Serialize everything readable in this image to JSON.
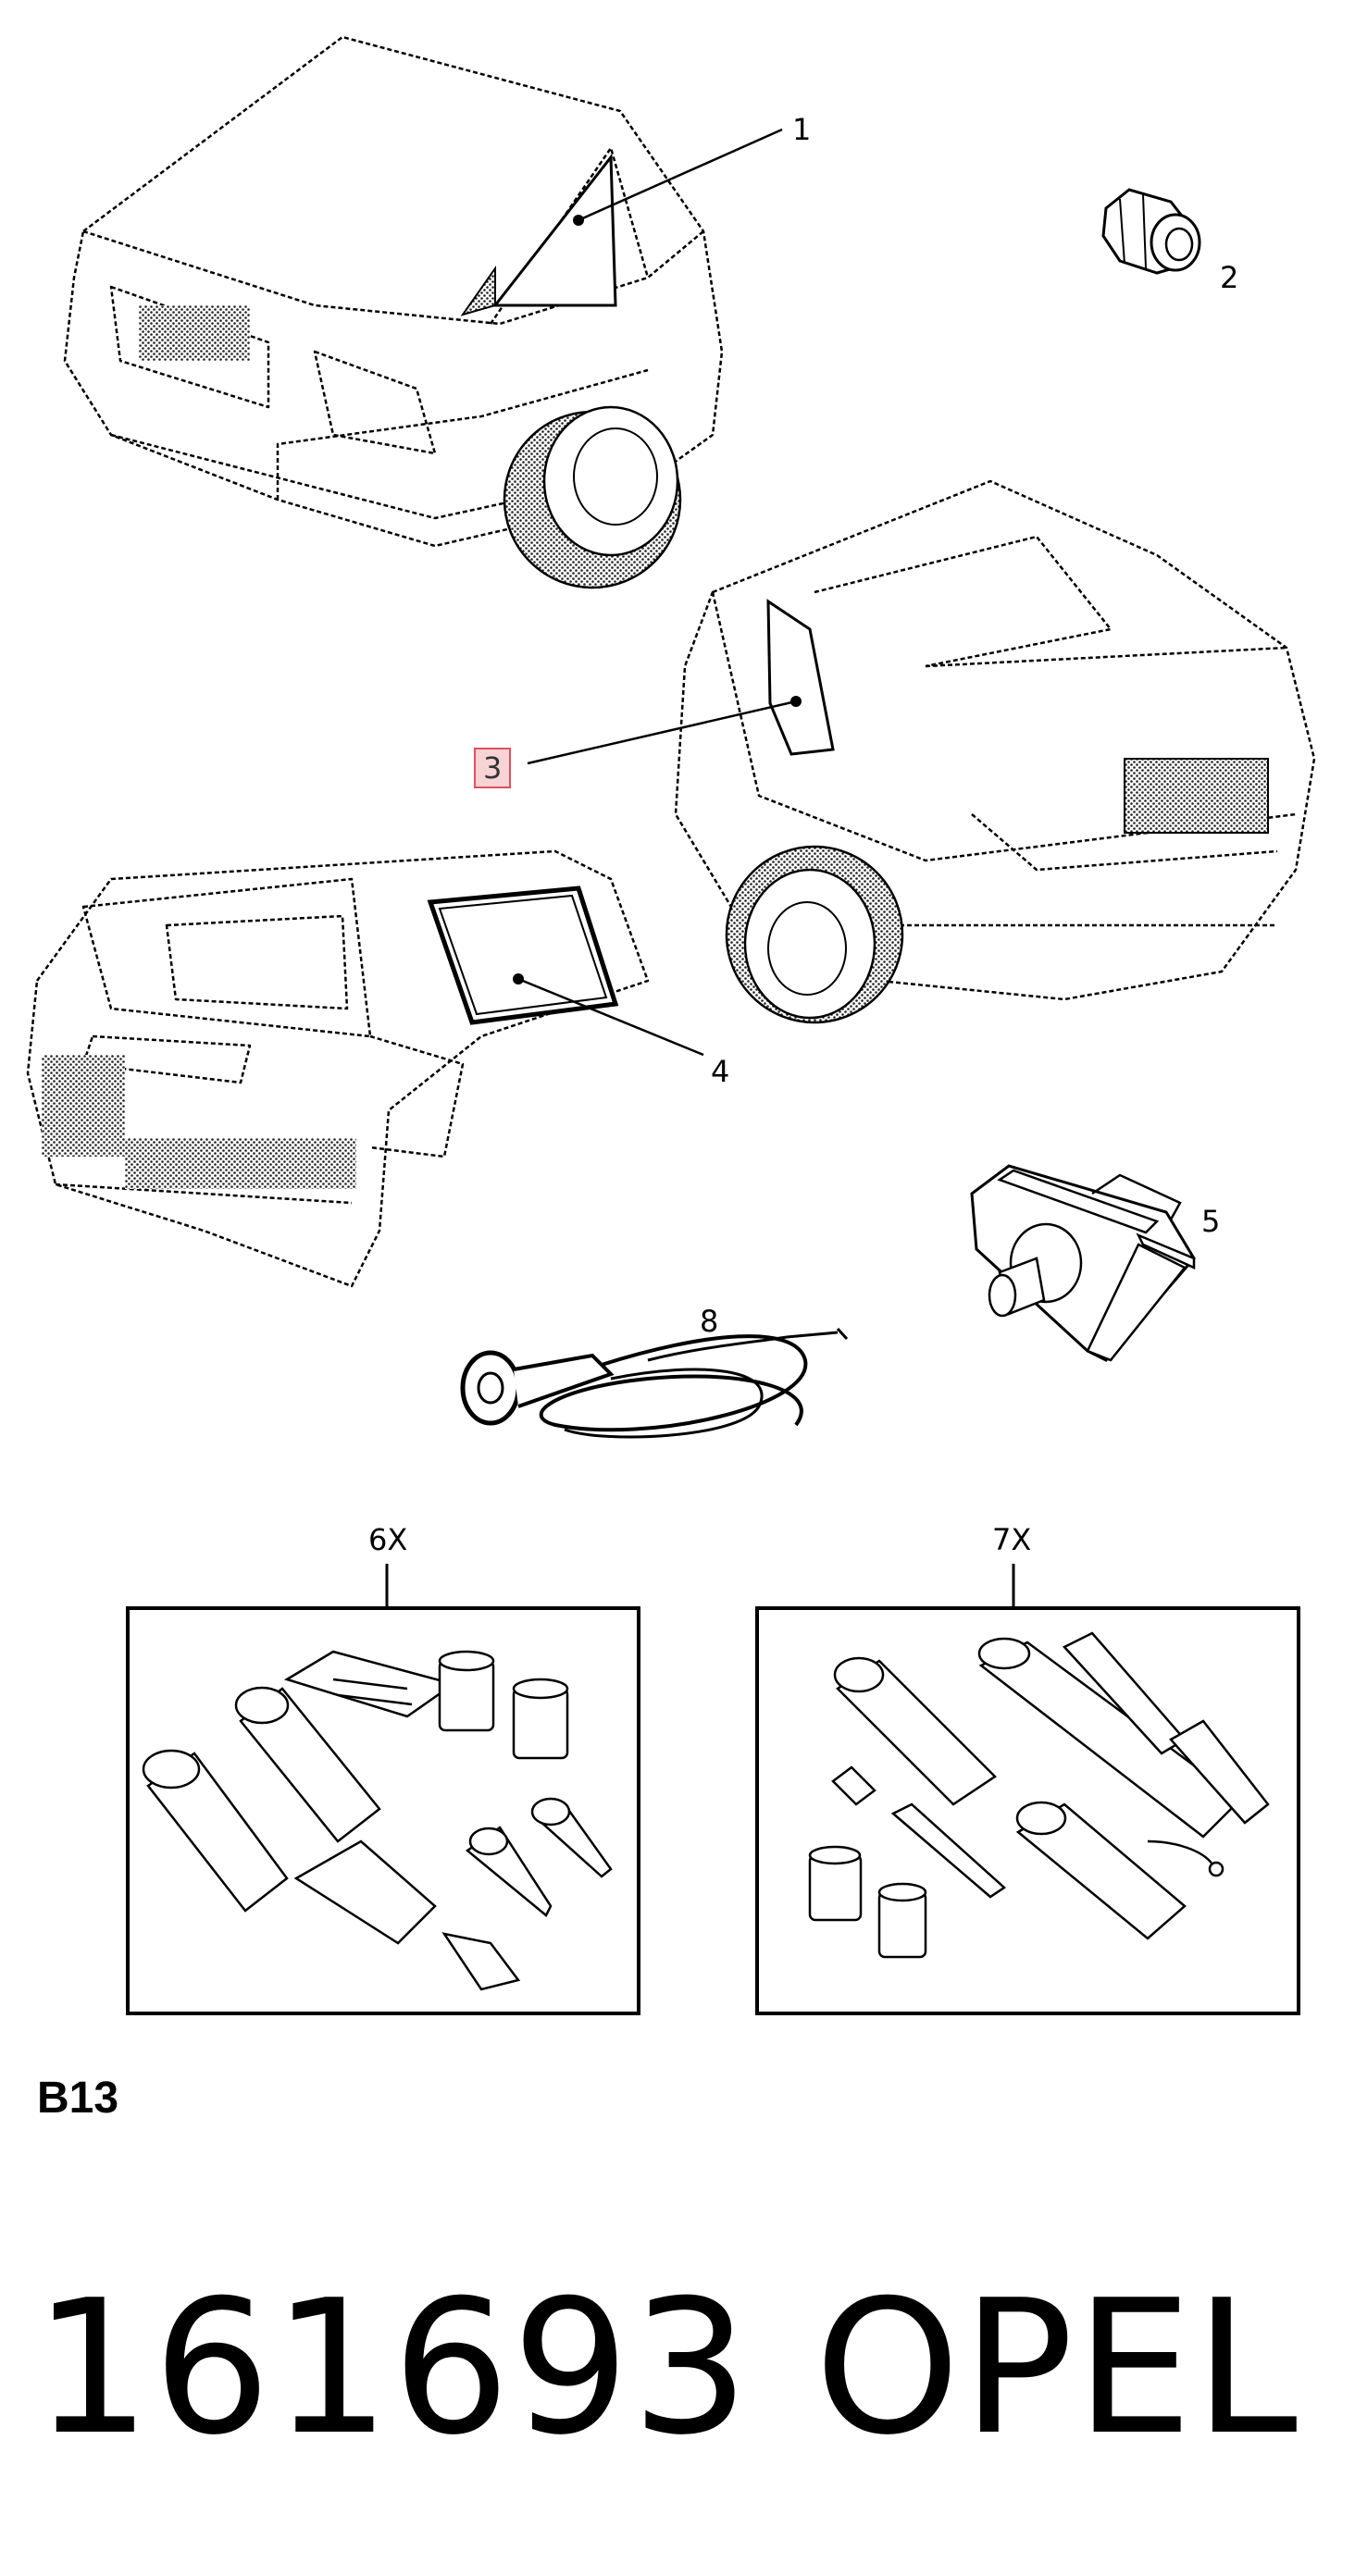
{
  "callouts": {
    "c1": "1",
    "c2": "2",
    "c3": "3",
    "c4": "4",
    "c5": "5",
    "c6": "6X",
    "c7": "7X",
    "c8": "8"
  },
  "section_code": "B13",
  "part_number": "161693",
  "brand": "OPEL",
  "colors": {
    "line": "#000000",
    "highlight_fill": "#f7d3d6",
    "highlight_border": "#e0505c"
  }
}
